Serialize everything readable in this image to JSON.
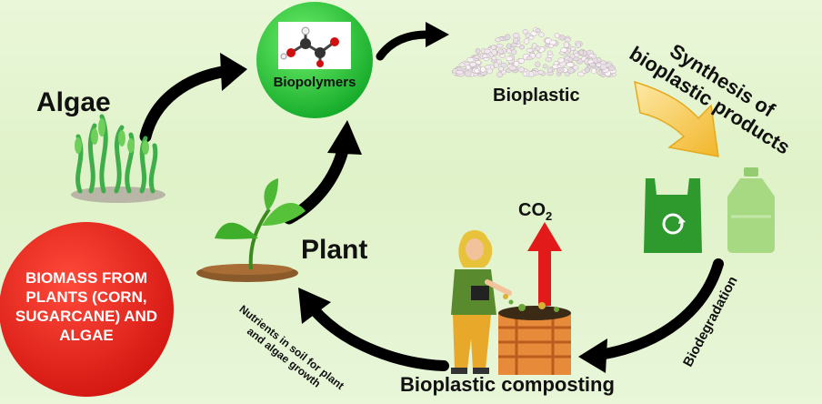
{
  "labels": {
    "algae": "Algae",
    "biopolymers": "Biopolymers",
    "bioplastic": "Bioplastic",
    "synthesis": "Synthesis of bioplastic products",
    "co2_main": "CO",
    "co2_sub": "2",
    "plant": "Plant",
    "biodegradation": "Biodegradation",
    "nutrients": "Nutrients in soil for plant and algae growth",
    "composting": "Bioplastic composting",
    "biomass": "BIOMASS FROM PLANTS (CORN, SUGARCANE) AND ALGAE"
  },
  "icons": {
    "algae": "seaweed-icon",
    "biopolymers": "molecule-icon",
    "bioplastic": "pellets-icon",
    "bag": "recycle-bag-icon",
    "bottle": "bottle-icon",
    "plant": "sprout-icon",
    "composting": "compost-bin-icon"
  },
  "colors": {
    "biopolymers_circle": "#22c23a",
    "biomass_circle": "#e0241c",
    "bag": "#2e9a2e",
    "bottle": "#a6d982",
    "co2_arrow": "#e21a1a",
    "synthesis_arrow": "#f6c83a"
  }
}
